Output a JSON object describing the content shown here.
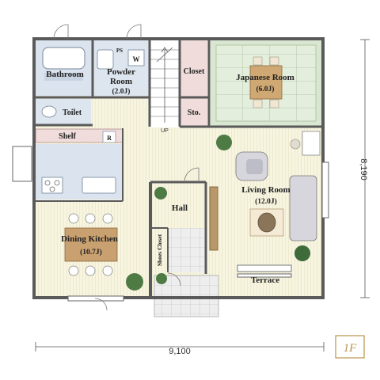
{
  "rooms": {
    "bathroom": "Bathroom",
    "powder_room_line1": "Powder",
    "powder_room_line2": "Room",
    "powder_room_size": "(2.0J)",
    "ps": "PS",
    "w": "W",
    "closet": "Closet",
    "japanese_room": "Japanese Room",
    "japanese_room_size": "(6.0J)",
    "toilet": "Toilet",
    "storage": "Sto.",
    "shelf": "Shelf",
    "refrigerator": "R",
    "up": "UP",
    "living_room": "Living Room",
    "living_room_size": "(12.0J)",
    "hall": "Hall",
    "dining_kitchen": "Dining Kitchen",
    "dining_kitchen_size": "(10.7J)",
    "shoes_closet": "Shoes Closet",
    "terrace": "Terrace"
  },
  "dimensions": {
    "width": "9,100",
    "height": "8,190"
  },
  "floor_badge": "1F",
  "colors": {
    "wall": "#5a5a5a",
    "floor": "#f6f3dd",
    "tatami": "#e6f0df",
    "wet_area": "#dde6ef",
    "kitchen": "#f1dcdc",
    "entrance_tile": "#ececec",
    "badge": "#b8924a"
  }
}
